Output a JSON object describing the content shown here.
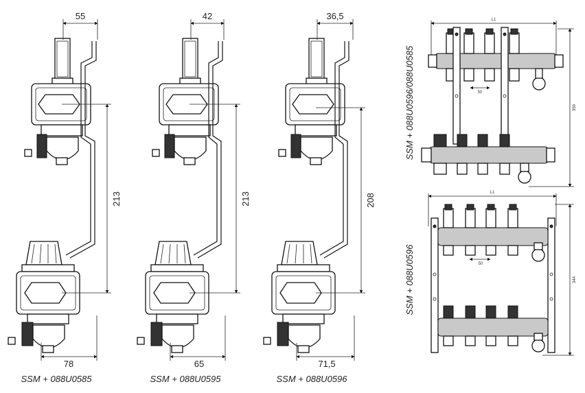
{
  "side_views": [
    {
      "top_dim": "55",
      "height_dim": "213",
      "bottom_dim": "78",
      "caption": "SSM + 088U0585"
    },
    {
      "top_dim": "42",
      "height_dim": "213",
      "bottom_dim": "65",
      "caption": "SSM + 088U0595"
    },
    {
      "top_dim": "36,5",
      "height_dim": "208",
      "bottom_dim": "71,5",
      "caption": "SSM + 088U0596"
    }
  ],
  "front_views": [
    {
      "caption": "SSM + 088U0596/088U0585",
      "width_dim": "L1",
      "pitch_dim": "50",
      "height_dim": "359"
    },
    {
      "caption": "SSM + 088U0596",
      "width_dim": "L1",
      "pitch_dim": "50",
      "height_dim": "344"
    }
  ]
}
